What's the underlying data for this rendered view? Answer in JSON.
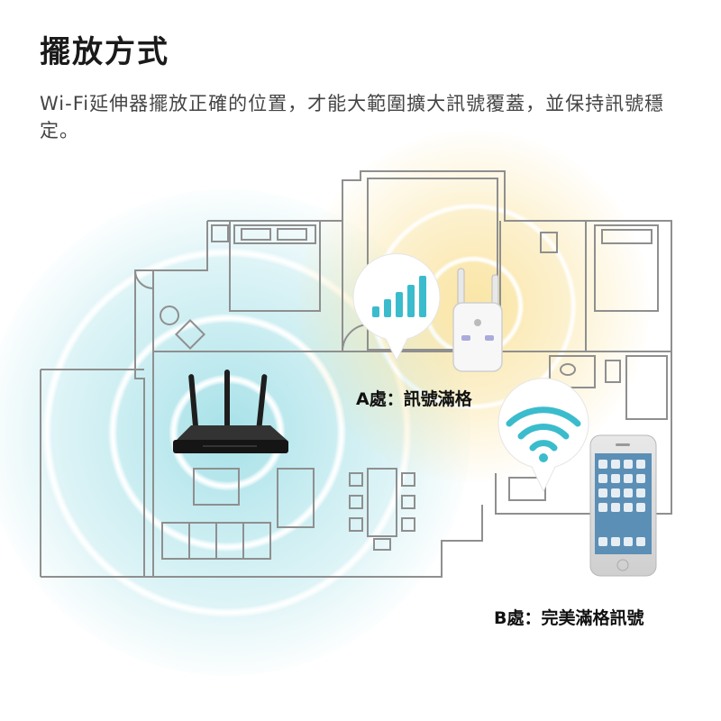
{
  "header": {
    "title": "擺放方式",
    "description": "Wi-Fi延伸器擺放正確的位置，才能大範圍擴大訊號覆蓋，並保持訊號穩定。"
  },
  "locations": {
    "a_label": "A處：訊號滿格",
    "b_label": "B處：完美滿格訊號"
  },
  "devices": {
    "router_icon": "router-icon",
    "extender_icon": "range-extender-icon",
    "phone_icon": "smartphone-icon",
    "signal_bars_icon": "signal-bars-icon",
    "wifi_icon": "wifi-icon"
  },
  "colors": {
    "router_coverage": "#5ec9d6",
    "extender_coverage": "#f5d77a",
    "bubble": "#ffffff",
    "signal_icon": "#3bbccd",
    "floorplan_line": "#8f8f8f"
  }
}
